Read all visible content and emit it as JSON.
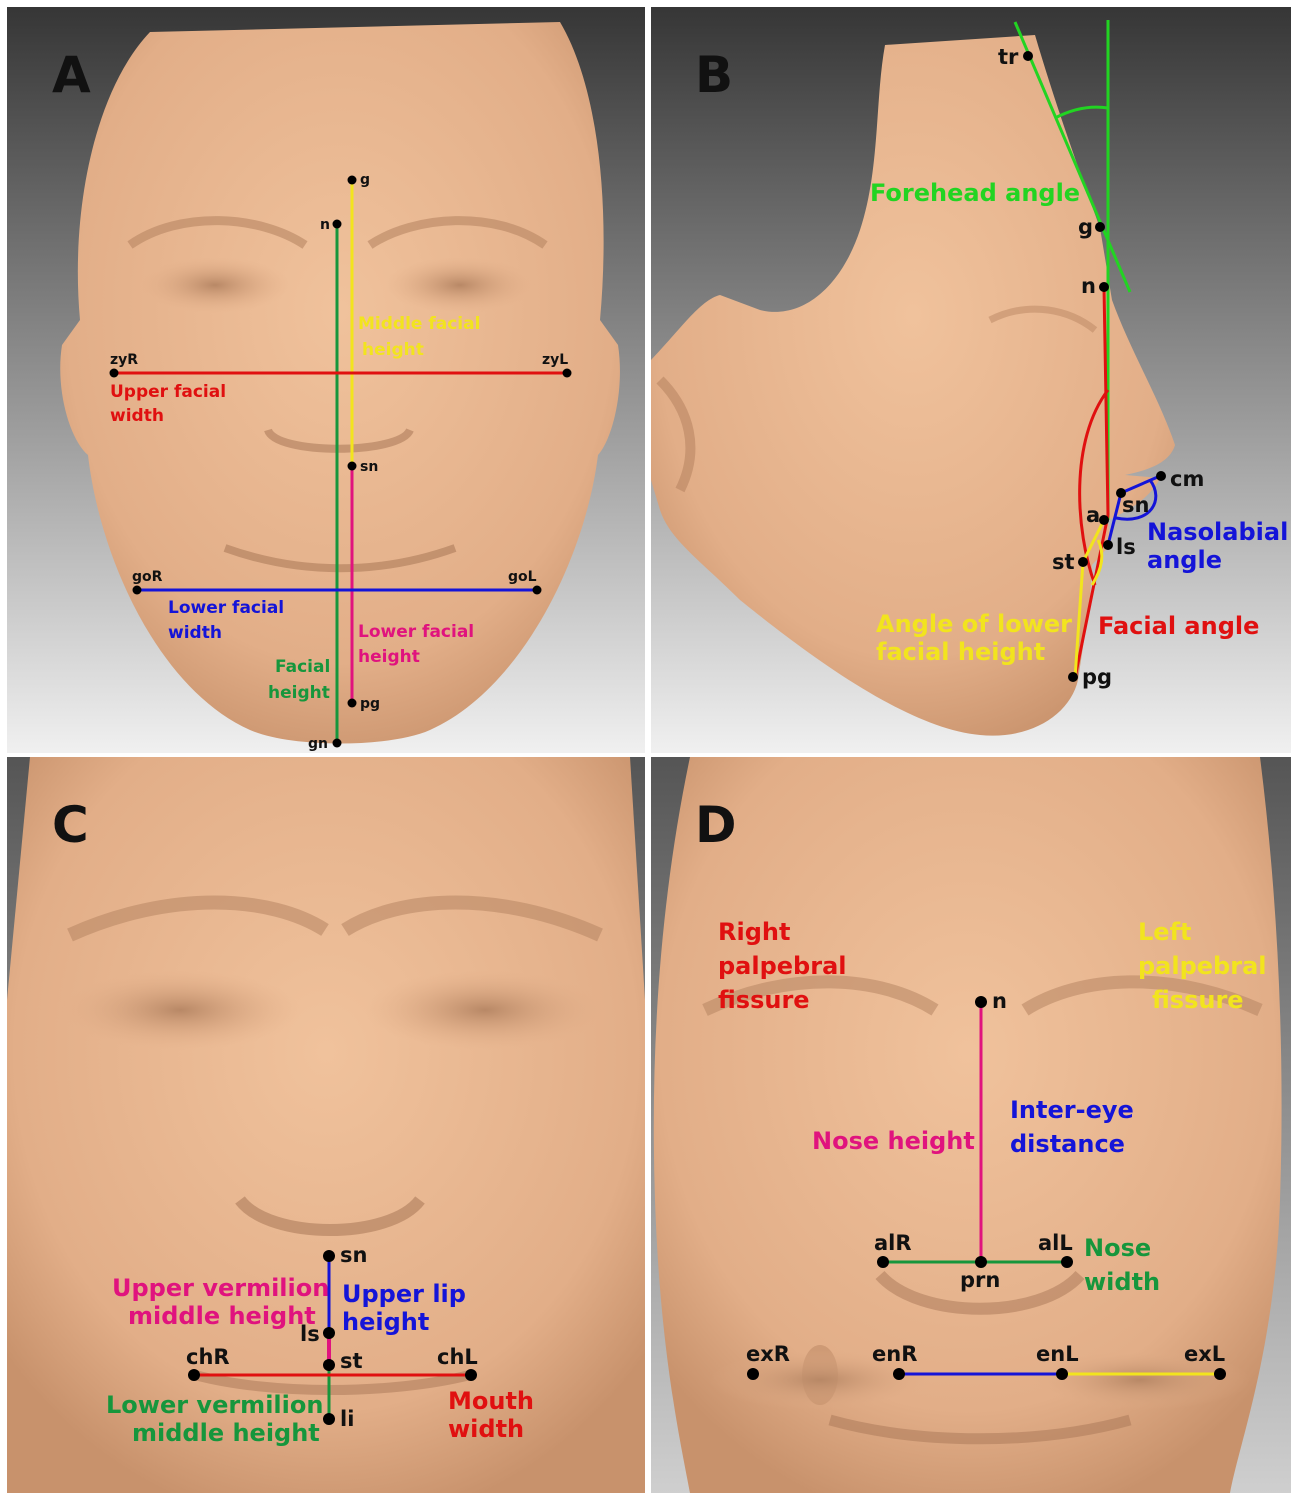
{
  "colors": {
    "skin": "#e8b48f",
    "skin_shadow": "#b98662",
    "bg_top": "#3a3a3a",
    "bg_bottom": "#ededed",
    "red": "#e01010",
    "blue": "#1414d8",
    "green": "#16963c",
    "yellow": "#f2e41e",
    "magenta": "#e0137e",
    "lime": "#22d422",
    "point": "#000000"
  },
  "panels": {
    "A": {
      "letter": "A",
      "points": {
        "g": "g",
        "n": "n",
        "zyR": "zyR",
        "zyL": "zyL",
        "sn": "sn",
        "goR": "goR",
        "goL": "goL",
        "pg": "pg",
        "gn": "gn"
      },
      "labels": {
        "middle_facial_height_1": "Middle facial",
        "middle_facial_height_2": "height",
        "upper_facial_width_1": "Upper facial",
        "upper_facial_width_2": "width",
        "lower_facial_width_1": "Lower facial",
        "lower_facial_width_2": "width",
        "lower_facial_height_1": "Lower facial",
        "lower_facial_height_2": "height",
        "facial_height_1": "Facial",
        "facial_height_2": "height"
      }
    },
    "B": {
      "letter": "B",
      "points": {
        "tr": "tr",
        "g": "g",
        "n": "n",
        "cm": "cm",
        "sn": "sn",
        "a": "a",
        "ls": "ls",
        "st": "st",
        "pg": "pg"
      },
      "labels": {
        "forehead_angle": "Forehead angle",
        "nasolabial_angle_1": "Nasolabial",
        "nasolabial_angle_2": "angle",
        "angle_lower_1": "Angle of lower",
        "angle_lower_2": "facial height",
        "facial_angle": "Facial angle"
      }
    },
    "C": {
      "letter": "C",
      "points": {
        "sn": "sn",
        "ls": "ls",
        "st": "st",
        "chR": "chR",
        "chL": "chL",
        "li": "li"
      },
      "labels": {
        "upper_vermilion_1": "Upper vermilion",
        "upper_vermilion_2": "middle height",
        "upper_lip_1": "Upper lip",
        "upper_lip_2": "height",
        "lower_vermilion_1": "Lower vermilion",
        "lower_vermilion_2": "middle height",
        "mouth_width_1": "Mouth",
        "mouth_width_2": "width"
      }
    },
    "D": {
      "letter": "D",
      "points": {
        "n": "n",
        "exR": "exR",
        "enR": "enR",
        "enL": "enL",
        "exL": "exL",
        "alR": "alR",
        "alL": "alL",
        "prn": "prn"
      },
      "labels": {
        "right_pf_1": "Right",
        "right_pf_2": "palpebral",
        "right_pf_3": "fissure",
        "left_pf_1": "Left",
        "left_pf_2": "palpebral",
        "left_pf_3": "fissure",
        "inter_eye_1": "Inter-eye",
        "inter_eye_2": "distance",
        "nose_height": "Nose height",
        "nose_width_1": "Nose",
        "nose_width_2": "width"
      }
    }
  }
}
